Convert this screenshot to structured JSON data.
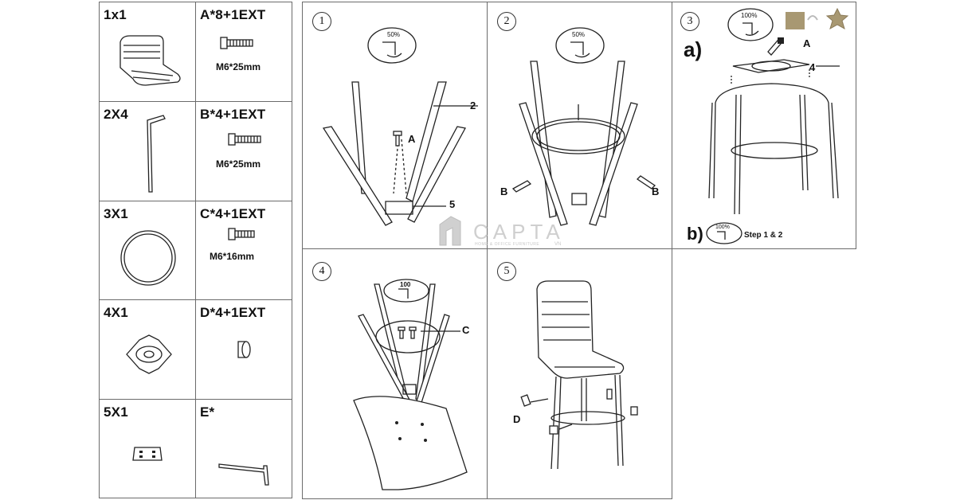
{
  "parts": [
    {
      "qty": "1x1"
    },
    {
      "qty": "2X4"
    },
    {
      "qty": "3X1"
    },
    {
      "qty": "4X1"
    },
    {
      "qty": "5X1"
    }
  ],
  "hardware": [
    {
      "qty": "A*8+1EXT",
      "size": "M6*25mm"
    },
    {
      "qty": "B*4+1EXT",
      "size": "M6*25mm"
    },
    {
      "qty": "C*4+1EXT",
      "size": "M6*16mm"
    },
    {
      "qty": "D*4+1EXT",
      "size": ""
    },
    {
      "qty": "E*",
      "size": ""
    }
  ],
  "steps": {
    "s1": {
      "num": "1",
      "torque": "50%",
      "label_a": "A",
      "label_leg": "2",
      "label_plate": "5"
    },
    "s2": {
      "num": "2",
      "torque": "50%",
      "label_b1": "B",
      "label_b2": "B"
    },
    "s3": {
      "num": "3",
      "torque": "100%",
      "sub_a": "a)",
      "sub_b": "b)",
      "label_a": "A",
      "label_plate": "4",
      "torque_b": "100%",
      "note_b": "Step 1 & 2"
    },
    "s4": {
      "num": "4",
      "torque": "100",
      "label_c": "C"
    },
    "s5": {
      "num": "5",
      "label_d": "D"
    }
  },
  "watermark": {
    "brand": "CAPTA",
    "tagline": "HOME & OFFICE FURNITURE",
    "sub": "VN"
  }
}
